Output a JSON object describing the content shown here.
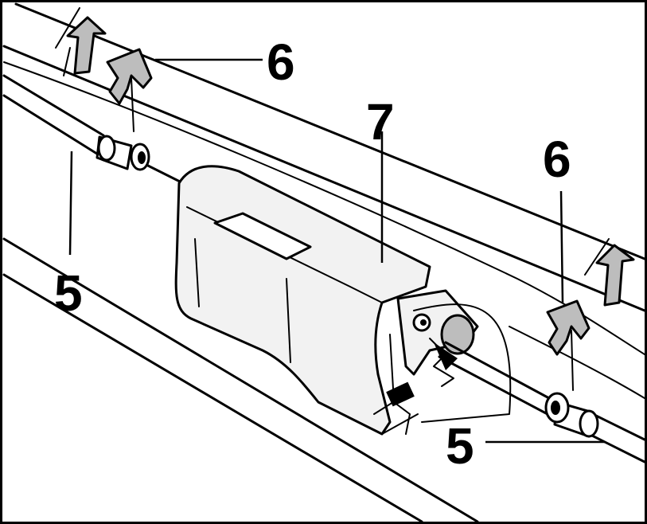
{
  "diagram": {
    "callouts": {
      "clip_left": "6",
      "clip_right": "6",
      "bracket": "7",
      "cable_left": "5",
      "cable_right": "5"
    },
    "colors": {
      "line": "#000000",
      "fill_gray": "#bdbdbd",
      "background": "#ffffff"
    },
    "icons": [
      "arrow-up-icon",
      "retaining-clip-icon",
      "cable-end-icon",
      "housing-bracket-icon"
    ]
  }
}
